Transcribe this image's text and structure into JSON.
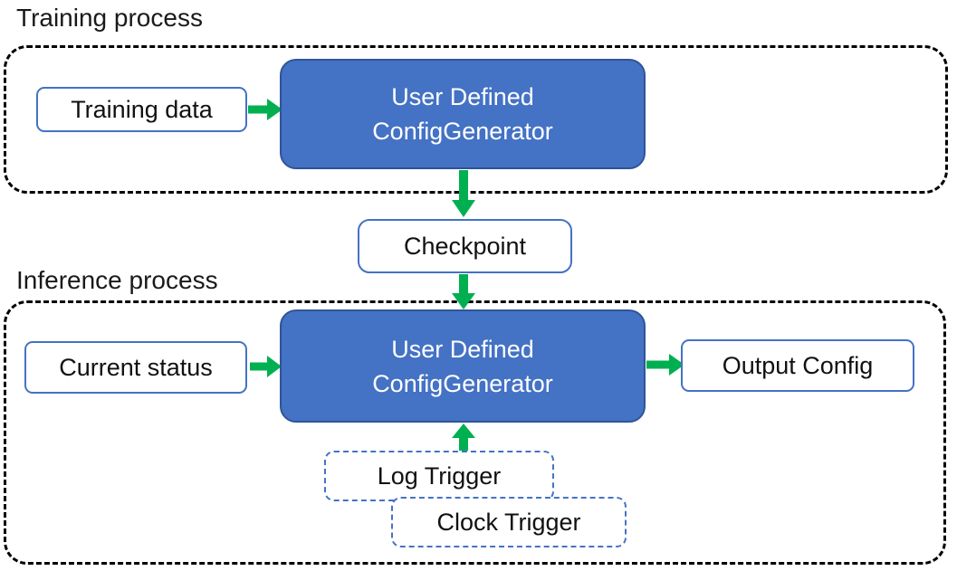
{
  "colors": {
    "generator_fill": "#4472C4",
    "generator_border": "#2F5597",
    "box_outline_blue": "#4472C4",
    "arrow_green": "#00B050",
    "container_dash": "#000000",
    "text_dark": "#111111",
    "text_white": "#ffffff"
  },
  "training": {
    "title": "Training process",
    "data_box_label": "Training data",
    "generator_label": "User Defined\nConfigGenerator"
  },
  "checkpoint": {
    "label": "Checkpoint"
  },
  "inference": {
    "title": "Inference process",
    "status_box_label": "Current status",
    "generator_label": "User Defined\nConfigGenerator",
    "output_box_label": "Output Config",
    "log_trigger_label": "Log Trigger",
    "clock_trigger_label": "Clock Trigger"
  }
}
